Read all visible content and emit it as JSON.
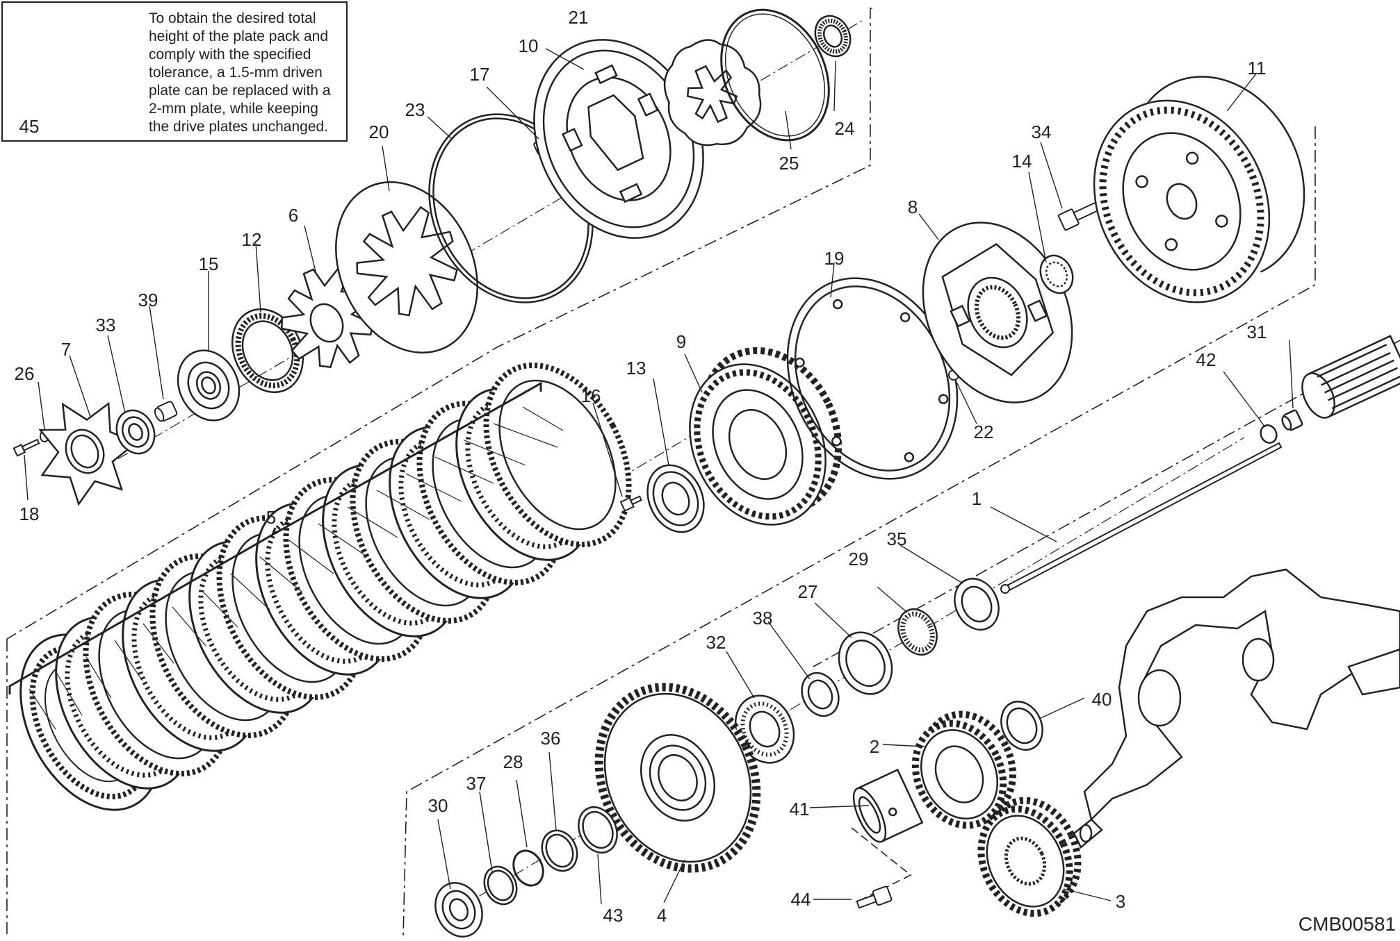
{
  "note": {
    "lines": [
      "To obtain the desired total",
      "height of the plate pack and",
      "comply with the specified",
      "tolerance, a 1.5-mm driven",
      "plate can be replaced with a",
      "2-mm plate, while keeping",
      "the drive plates unchanged."
    ],
    "part_number": "45"
  },
  "drawing_code": "CMB00581",
  "callouts": [
    "1",
    "2",
    "3",
    "4",
    "5",
    "6",
    "7",
    "8",
    "9",
    "10",
    "11",
    "12",
    "13",
    "14",
    "15",
    "16",
    "17",
    "18",
    "19",
    "20",
    "21",
    "22",
    "23",
    "24",
    "25",
    "26",
    "27",
    "28",
    "29",
    "30",
    "31",
    "32",
    "33",
    "34",
    "35",
    "36",
    "37",
    "38",
    "39",
    "40",
    "41",
    "42",
    "43",
    "44"
  ],
  "colors": {
    "ink": "#222222",
    "paper": "#ffffff"
  }
}
